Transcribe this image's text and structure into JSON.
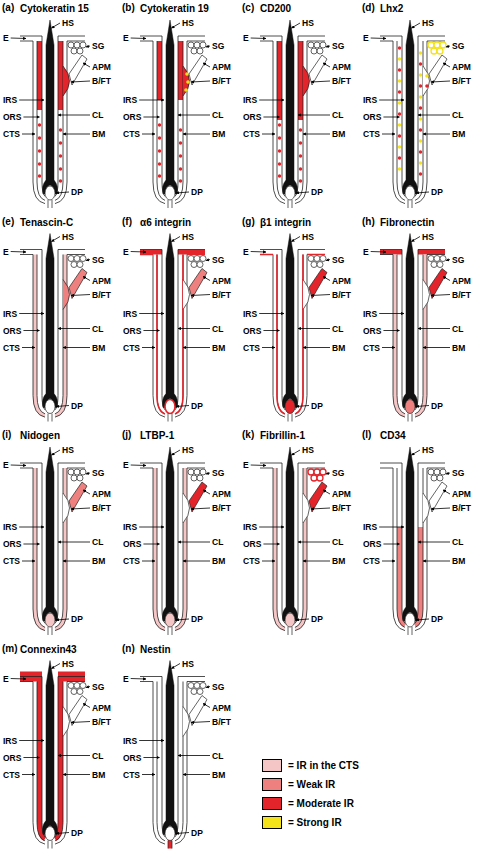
{
  "diagram": {
    "labels": [
      "(a)",
      "Cytokeratin 15",
      "HS",
      "E",
      "SG",
      "APM",
      "B/FT",
      "IRS",
      "ORS",
      "CL",
      "CTS",
      "BM",
      "DP",
      "(b)",
      "Cytokeratin 19",
      "HS",
      "E",
      "SG",
      "APM",
      "B/FT",
      "IRS",
      "ORS",
      "CL",
      "CTS",
      "BM",
      "DP",
      "(c)",
      "CD200",
      "HS",
      "E",
      "SG",
      "APM",
      "B/FT",
      "IRS",
      "ORS",
      "CL",
      "CTS",
      "BM",
      "DP",
      "(d)",
      "Lhx2",
      "HS",
      "E",
      "SG",
      "APM",
      "B/FT",
      "IRS",
      "ORS",
      "CL",
      "CTS",
      "BM",
      "DP",
      "(e)",
      "Tenascin-C",
      "HS",
      "E",
      "SG",
      "APM",
      "B/FT",
      "IRS",
      "ORS",
      "CL",
      "CTS",
      "BM",
      "DP",
      "(f)",
      "α6 integrin",
      "HS",
      "E",
      "SG",
      "APM",
      "B/FT",
      "IRS",
      "ORS",
      "CL",
      "CTS",
      "BM",
      "DP",
      "(g)",
      "β1 integrin",
      "HS",
      "E",
      "SG",
      "APM",
      "B/FT",
      "IRS",
      "ORS",
      "CL",
      "CTS",
      "BM",
      "DP",
      "(h)",
      "Fibronectin",
      "HS",
      "E",
      "SG",
      "APM",
      "B/FT",
      "IRS",
      "ORS",
      "CL",
      "CTS",
      "BM",
      "DP",
      "(i)",
      "Nidogen",
      "HS",
      "E",
      "SG",
      "APM",
      "B/FT",
      "IRS",
      "ORS",
      "CL",
      "CTS",
      "BM",
      "DP",
      "(j)",
      "LTBP-1",
      "HS",
      "E",
      "SG",
      "APM",
      "B/FT",
      "IRS",
      "ORS",
      "CL",
      "CTS",
      "BM",
      "DP",
      "(k)",
      "Fibrillin-1",
      "HS",
      "E",
      "SG",
      "APM",
      "B/FT",
      "IRS",
      "ORS",
      "CL",
      "CTS",
      "BM",
      "DP",
      "(l)",
      "CD34",
      "HS",
      "SG",
      "APM",
      "B/FT",
      "IRS",
      "ORS",
      "CL",
      "CTS",
      "BM",
      "DP",
      "(m)",
      "Connexin43",
      "HS",
      "E",
      "SG",
      "APM",
      "B/FT",
      "IRS",
      "ORS",
      "CL",
      "CTS",
      "BM",
      "DP",
      "(n)",
      "Nestin",
      "HS",
      "E",
      "SG",
      "APM",
      "B/FT",
      "IRS",
      "ORS",
      "CL",
      "CTS",
      "BM",
      "DP"
    ],
    "legend": [
      {
        "text": "= IR in the CTS",
        "color": "#f5c6c6"
      },
      {
        "text": "= Weak IR",
        "color": "#ee8080"
      },
      {
        "text": "= Moderate IR",
        "color": "#e3242b"
      },
      {
        "text": "= Strong IR",
        "color": "#f4e31a"
      }
    ]
  }
}
